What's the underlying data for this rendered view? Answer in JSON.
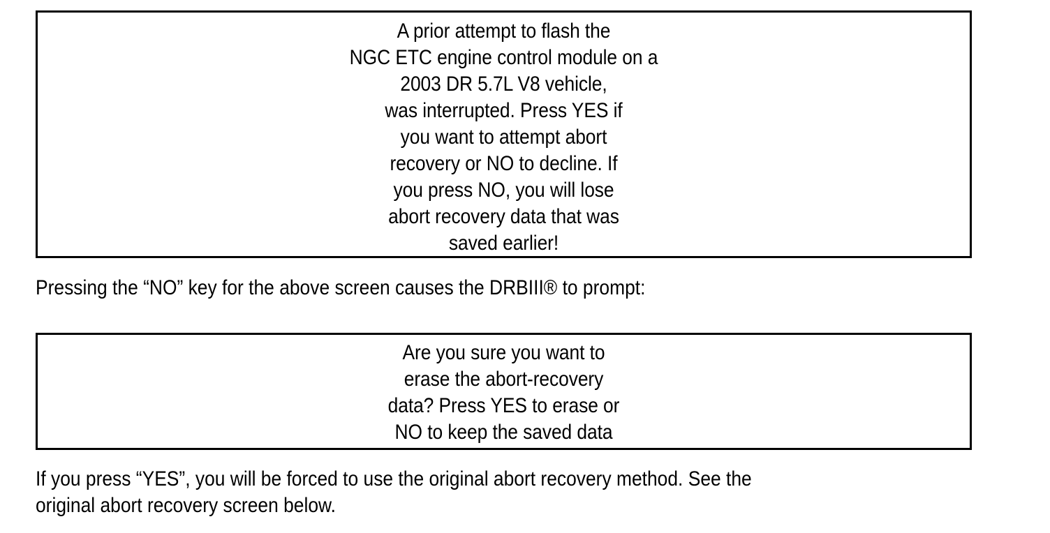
{
  "document": {
    "title": "DRBIII Abort Recovery Prompts",
    "background_color": "#ffffff",
    "text_color": "#000000",
    "border_color": "#000000"
  },
  "screen_box_1": {
    "name": "prior-flash-attempt-prompt",
    "lines": [
      "A prior attempt to flash the",
      "NGC ETC engine control module on a",
      "2003 DR 5.7L V8 vehicle,",
      "was interrupted. Press YES if",
      "you want to attempt abort",
      "recovery or NO to decline. If",
      "you press NO, you will lose",
      "abort recovery data that was",
      "saved earlier!"
    ]
  },
  "paragraph_1": {
    "name": "no-key-explanation",
    "lines": [
      "Pressing the “NO” key for the above screen causes the DRBIII® to prompt:"
    ]
  },
  "screen_box_2": {
    "name": "erase-abort-recovery-prompt",
    "lines": [
      "Are you sure you want to",
      "erase the abort-recovery",
      "data? Press YES to erase or",
      "NO to keep the saved data"
    ]
  },
  "paragraph_2": {
    "name": "yes-key-explanation",
    "lines": [
      "If you press “YES”, you will be forced to use the original abort recovery method. See the",
      "original abort recovery screen below."
    ]
  }
}
